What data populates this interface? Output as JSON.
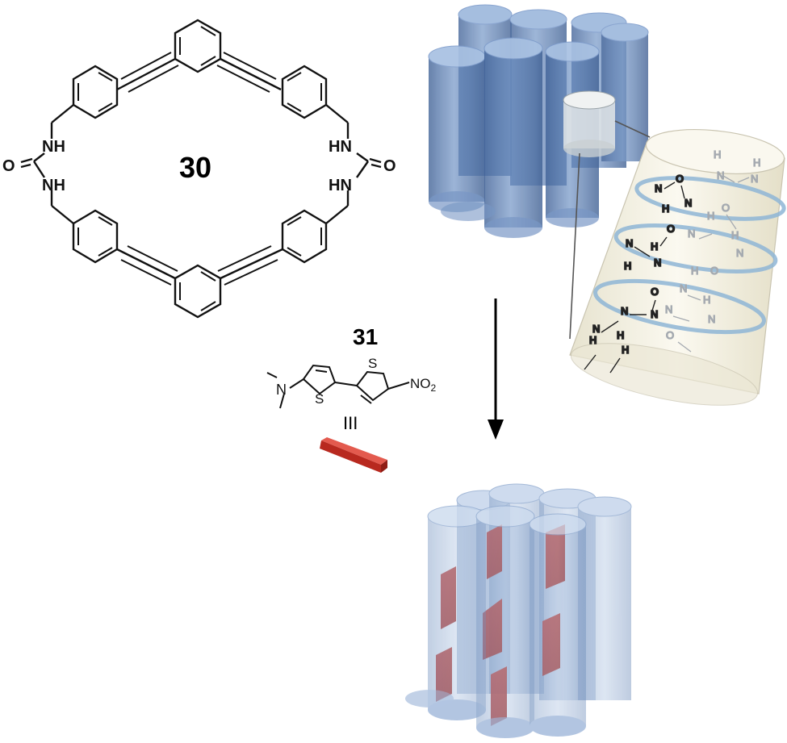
{
  "compound_macrocycle": {
    "label": "30",
    "atom_nh": "NH",
    "atom_hn": "HN",
    "atom_o": "O"
  },
  "compound_guest": {
    "label": "31",
    "atom_n": "N",
    "atom_s": "S",
    "atom_no2": "NO",
    "atom_no2_sub": "2",
    "stack_mark": "III"
  },
  "inset_atoms": {
    "n": "N",
    "h": "H",
    "o": "O"
  },
  "colors": {
    "tube": "#5b7fb5",
    "tube_edge": "#8fb0d8",
    "guest": "#c0392b",
    "inset_body": "#f3f0e2",
    "hbond_ring": "#8fb6d6"
  }
}
